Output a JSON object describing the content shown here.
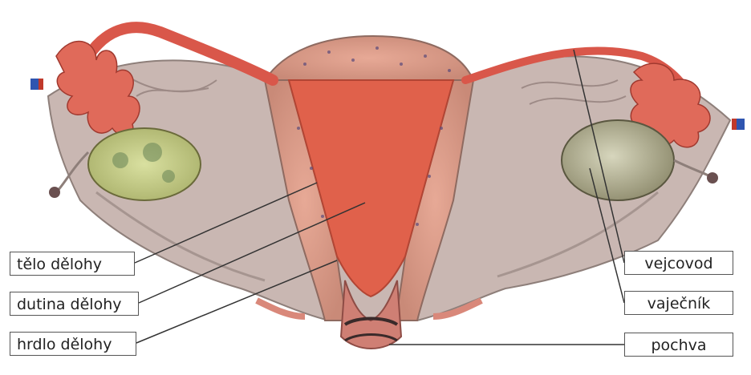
{
  "labels": {
    "telo_delohy": "tělo dělohy",
    "dutina_delohy": "dutina dělohy",
    "hrdlo_delohy": "hrdlo dělohy",
    "vejcovod": "vejcovod",
    "vajecnik": "vaječník",
    "pochva": "pochva"
  },
  "colors": {
    "ligament": "#c9b7b2",
    "ligament_dark": "#a69590",
    "uterus_wall": "#d79a86",
    "cavity": "#e0614b",
    "tube": "#d9574a",
    "fimbria": "#e06a5a",
    "ovary_left": "#c9cf8a",
    "ovary_right": "#b9b59a",
    "leader_line": "#333333"
  }
}
